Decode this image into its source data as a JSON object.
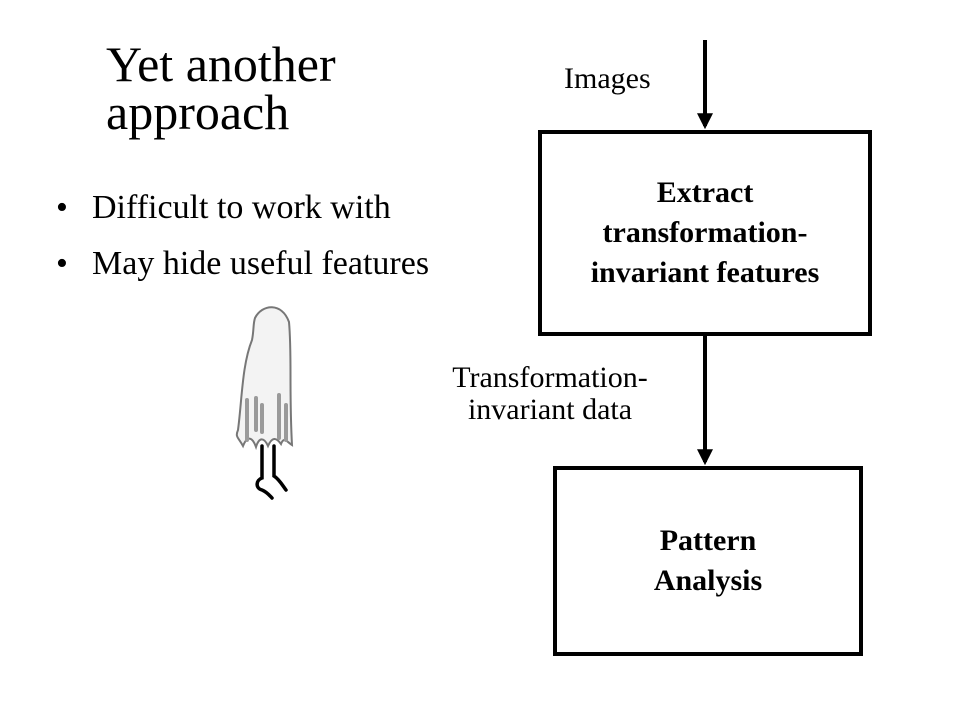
{
  "slide": {
    "title_lines": [
      "Yet another",
      "approach"
    ],
    "bullets": [
      {
        "bullet": "•",
        "text": "Difficult to work with"
      },
      {
        "bullet": "•",
        "text": "May hide useful features"
      }
    ]
  },
  "diagram": {
    "input_label": "Images",
    "extract_box_lines": [
      "Extract",
      "transformation-",
      "invariant features"
    ],
    "edge_label_lines": [
      "Transformation-",
      "invariant data"
    ],
    "analysis_box_lines": [
      "Pattern",
      "Analysis"
    ]
  },
  "illustration": {
    "icon": "ghost-figure-icon"
  }
}
